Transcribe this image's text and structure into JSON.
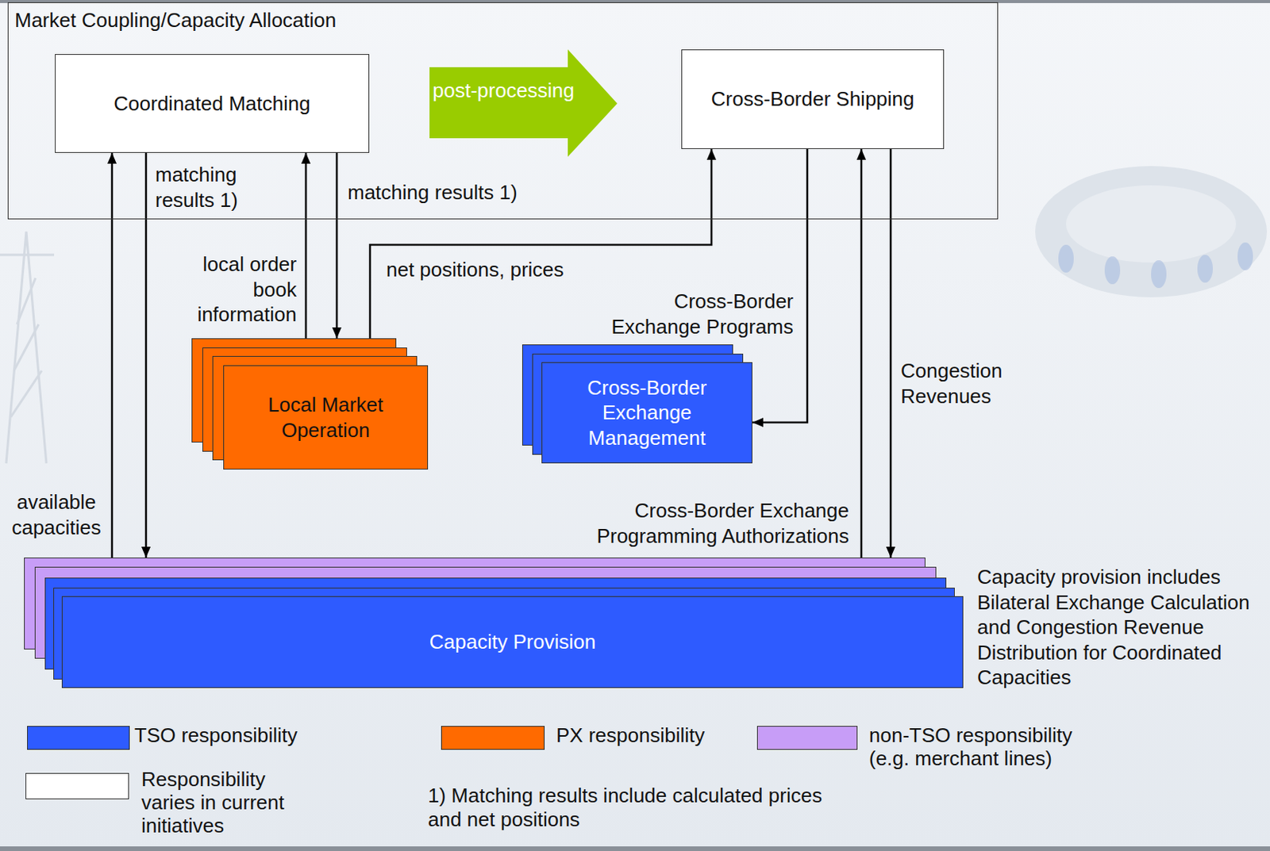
{
  "diagram": {
    "nodes": [
      {
        "text": [
          "Market Coupling/Capacity Allocation"
        ]
      },
      {
        "text": [
          "Coordinated Matching"
        ],
        "in": 0
      },
      {
        "text": [
          "post-processing"
        ],
        "in": 0
      },
      {
        "text": [
          "Cross-Border Shipping"
        ],
        "in": 0
      },
      {
        "text": [
          "Local Market Operation"
        ]
      },
      {
        "text": [
          "Cross-Border Exchange Management"
        ]
      },
      {
        "text": [
          "Capacity Provision"
        ]
      }
    ],
    "edges": [
      {
        "from": 6,
        "to": 1,
        "arrow": "to",
        "label": "available capacities"
      },
      {
        "from": 1,
        "to": 6,
        "arrow": "to",
        "label": "matching results 1)"
      },
      {
        "from": 4,
        "to": 1,
        "arrow": "to",
        "label": "local order book information"
      },
      {
        "from": 1,
        "to": 4,
        "arrow": "to",
        "label": "matching results 1)"
      },
      {
        "from": 4,
        "to": 3,
        "arrow": "to",
        "label": "net positions, prices"
      },
      {
        "from": 3,
        "to": 5,
        "arrow": "to",
        "label": "Cross-Border Exchange Programs"
      },
      {
        "from": 6,
        "to": 3,
        "arrow": "to",
        "label": "Cross-Border Exchange Programming Authorizations"
      },
      {
        "from": 3,
        "to": 6,
        "arrow": "to",
        "label": "Congestion Revenues"
      }
    ],
    "labels": [
      "Capacity provision includes Bilateral Exchange Calculation and Congestion Revenue Distribution for Coordinated Capacities",
      "1) Matching results include calculated prices and net positions"
    ],
    "legend": [
      {
        "text": "TSO responsibility",
        "color": "#2e5bff"
      },
      {
        "text": "PX responsibility",
        "color": "#ff6a00"
      },
      {
        "text": "non-TSO responsibility (e.g. merchant lines)",
        "color": "#c79df7"
      },
      {
        "text": "Responsibility varies in current initiatives",
        "color": "#ffffff"
      }
    ]
  }
}
